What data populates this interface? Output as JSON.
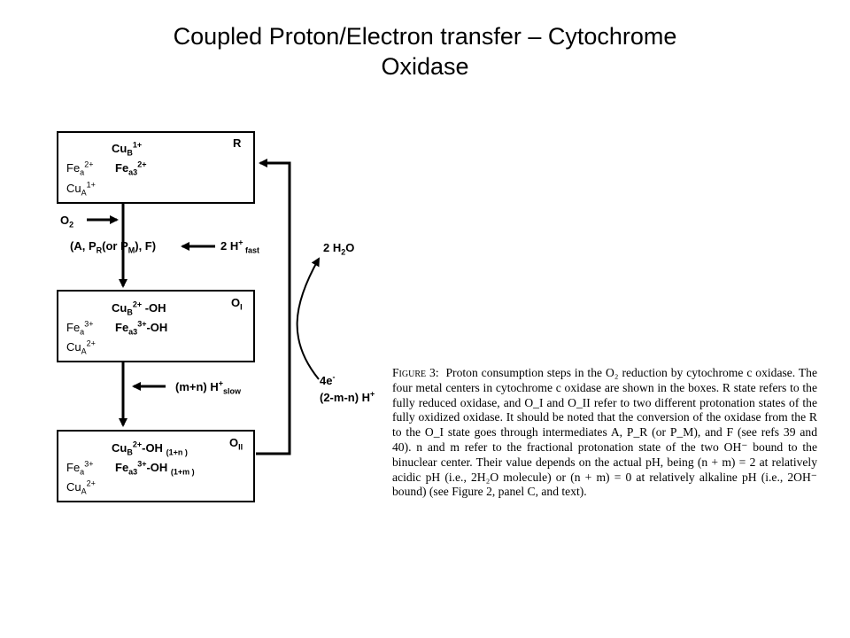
{
  "title": {
    "line1": "Coupled Proton/Electron transfer – Cytochrome",
    "line2": "Oxidase"
  },
  "diagram": {
    "box_r": {
      "label": "R",
      "cub": {
        "base": "Cu",
        "sub": "B",
        "sup": "1+",
        "tail": ""
      },
      "fea": {
        "base": "Fe",
        "sub": "a",
        "sup": "2+",
        "tail": ""
      },
      "fea3": {
        "base": "Fe",
        "sub": "a3",
        "sup": "2+",
        "tail": ""
      },
      "cua": {
        "base": "Cu",
        "sub": "A",
        "sup": "1+",
        "tail": ""
      }
    },
    "box_oi": {
      "label_base": "O",
      "label_sub": "I",
      "cub": {
        "base": "Cu",
        "sub": "B",
        "sup": "2+",
        "tail": " -OH"
      },
      "fea": {
        "base": "Fe",
        "sub": "a",
        "sup": "3+",
        "tail": ""
      },
      "fea3": {
        "base": "Fe",
        "sub": "a3",
        "sup": "3+",
        "tail": "-OH"
      },
      "cua": {
        "base": "Cu",
        "sub": "A",
        "sup": "2+",
        "tail": ""
      }
    },
    "box_oii": {
      "label_base": "O",
      "label_sub": "II",
      "cub": {
        "base": "Cu",
        "sub": "B",
        "sup": "2+",
        "tail": "-OH",
        "note": "(1+n )"
      },
      "fea": {
        "base": "Fe",
        "sub": "a",
        "sup": "3+",
        "tail": ""
      },
      "fea3": {
        "base": "Fe",
        "sub": "a3",
        "sup": "3+",
        "tail": "-OH",
        "note": "(1+m )"
      },
      "cua": {
        "base": "Cu",
        "sub": "A",
        "sup": "2+",
        "tail": ""
      }
    },
    "o2": {
      "base": "O",
      "sub": "2"
    },
    "intermediates": {
      "a": "(A, P",
      "pr_sub": "R",
      "or": "(or P",
      "pm_sub": "M",
      "end": "), F)"
    },
    "proton_fast": {
      "prefix": "2 H",
      "sup": "+",
      "sub": " fast"
    },
    "proton_slow": {
      "prefix": "(m+n) H",
      "sup": "+",
      "sub": "slow"
    },
    "water": {
      "prefix": "2 H",
      "sub": "2",
      "suffix": "O"
    },
    "electrons": {
      "prefix": "4e",
      "sup": "-"
    },
    "protons_return": {
      "prefix": "(2-m-n) H",
      "sup": "+"
    }
  },
  "caption": {
    "figure": "Figure 3:",
    "text": "Proton consumption steps in the O₂ reduction by cytochrome c oxidase. The four metal centers in cytochrome c oxidase are shown in the boxes. R state refers to the fully reduced oxidase, and O_I and O_II refer to two different protonation states of the fully oxidized oxidase. It should be noted that the conversion of the oxidase from the R to the O_I state goes through intermediates A, P_R (or P_M), and F (see refs 39 and 40). n and m refer to the fractional protonation state of the two OH⁻ bound to the binuclear center. Their value depends on the actual pH, being (n + m) = 2 at relatively acidic pH (i.e., 2H₂O molecule) or (n + m) = 0 at relatively alkaline pH (i.e., 2OH⁻ bound) (see Figure 2, panel C, and text)."
  },
  "colors": {
    "ink": "#000000",
    "background": "#ffffff"
  }
}
